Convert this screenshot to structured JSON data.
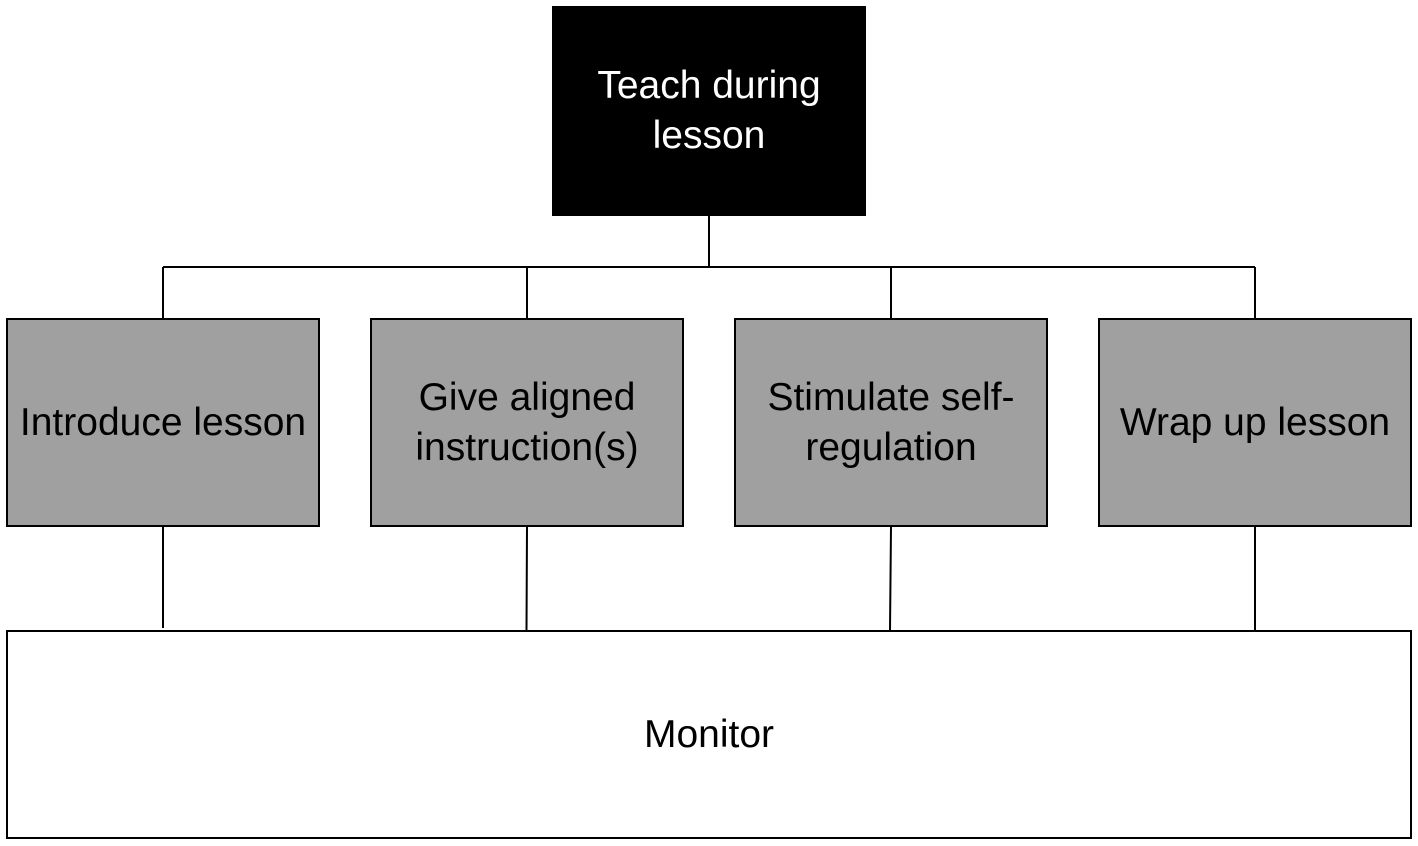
{
  "diagram": {
    "root": {
      "label": "Teach during\nlesson",
      "fill": "#000000",
      "text_color": "#ffffff"
    },
    "steps": [
      {
        "label": "Introduce lesson"
      },
      {
        "label": "Give aligned\ninstruction(s)"
      },
      {
        "label": "Stimulate self-\nregulation"
      },
      {
        "label": "Wrap up lesson"
      }
    ],
    "step_fill": "#a0a0a0",
    "step_text_color": "#000000",
    "bottom": {
      "label": "Monitor",
      "fill": "#ffffff",
      "text_color": "#000000"
    },
    "line_color": "#000000"
  }
}
